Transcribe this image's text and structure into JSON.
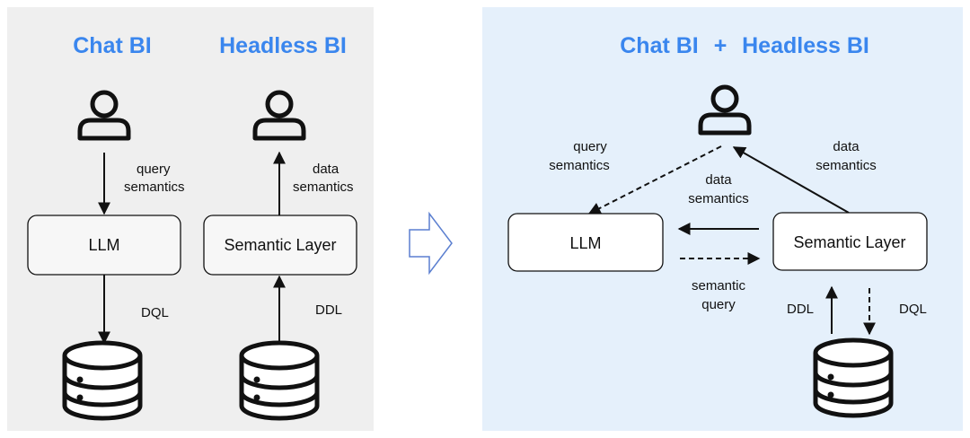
{
  "left": {
    "chat_title": "Chat BI",
    "headless_title": "Headless BI",
    "chat": {
      "query_label": [
        "query",
        "semantics"
      ],
      "llm_label": "LLM",
      "dql_label": "DQL"
    },
    "headless": {
      "data_label": [
        "data",
        "semantics"
      ],
      "semantic_layer_label": "Semantic Layer",
      "ddl_label": "DDL"
    }
  },
  "right": {
    "title_part1": "Chat BI",
    "title_plus": "+",
    "title_part2": "Headless BI",
    "query_semantics": [
      "query",
      "semantics"
    ],
    "data_semantics_top": [
      "data",
      "semantics"
    ],
    "data_semantics_mid": [
      "data",
      "semantics"
    ],
    "semantic_query": [
      "semantic",
      "query"
    ],
    "llm_label": "LLM",
    "semantic_layer_label": "Semantic Layer",
    "ddl_label": "DDL",
    "dql_label": "DQL"
  },
  "colors": {
    "title_blue": "#3a86ee",
    "left_panel_bg": "#efefef",
    "right_panel_bg": "#e5f0fb",
    "arrow_outline": "#5b7fd0"
  }
}
